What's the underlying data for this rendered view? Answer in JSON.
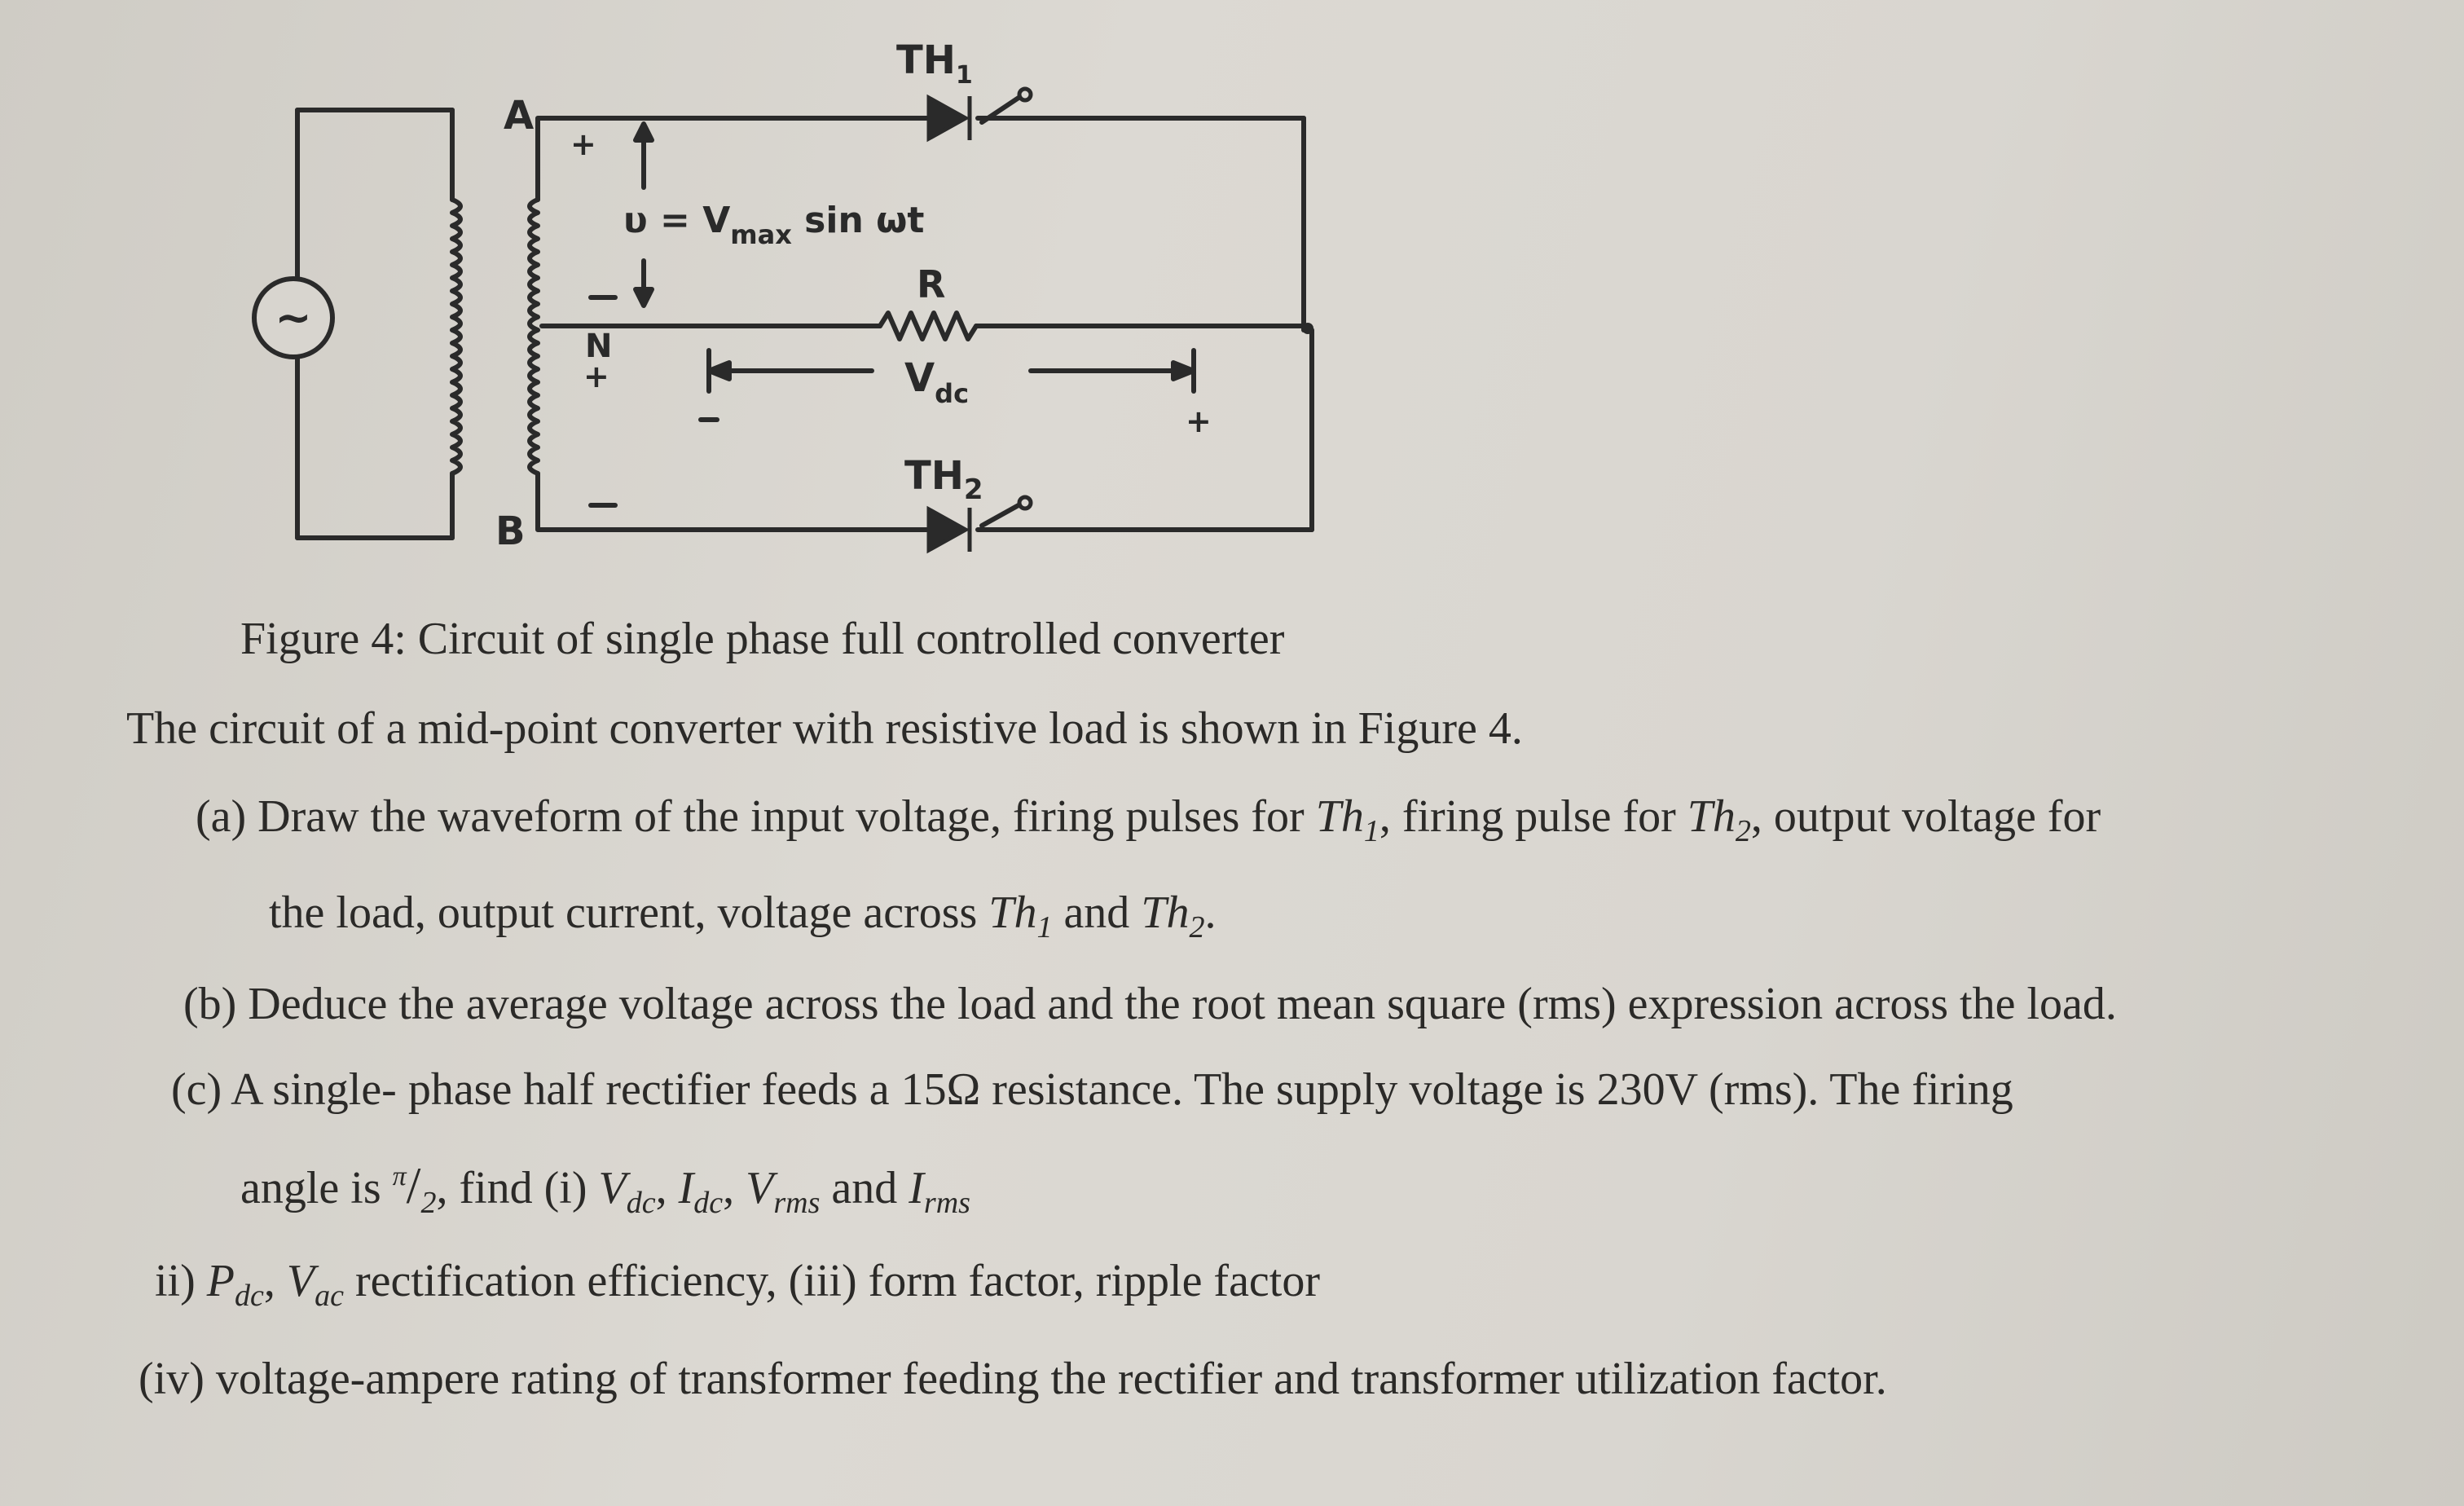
{
  "figure": {
    "caption": "Figure 4: Circuit of single phase full controlled converter",
    "labels": {
      "th1": "TH",
      "th1_sub": "1",
      "th2": "TH",
      "th2_sub": "2",
      "node_a": "A",
      "node_b": "B",
      "node_n": "N",
      "source_eq": "υ = V",
      "source_eq_sub": "max",
      "source_eq_rest": " sin ωt",
      "resistor": "R",
      "vdc": "V",
      "vdc_sub": "dc",
      "plus": "+",
      "minus": "−",
      "ac_symbol": "~"
    }
  },
  "text": {
    "intro": "The circuit of a mid-point converter with resistive load is shown in Figure 4.",
    "qa": {
      "p1": "(a) Draw the waveform of the input voltage, firing pulses for ",
      "th": "Th",
      "s1": "1",
      "p2": ", firing pulse for ",
      "s2": "2",
      "p3": ", output voltage for",
      "l2a": "the load, output current, voltage across ",
      "l2b": " and ",
      "l2c": "."
    },
    "qb": "(b) Deduce the average voltage across the load and the root mean square (rms) expression across the load.",
    "qc": {
      "l1": "(c) A single- phase half rectifier feeds a 15Ω resistance. The supply voltage is 230V (rms). The firing",
      "angle_a": "angle is ",
      "pi": "π",
      "slash": "/",
      "two": "2",
      "find": ", find (i) ",
      "V": "V",
      "I": "I",
      "P": "P",
      "dc": "dc",
      "rms": "rms",
      "ac": "ac",
      "comma": ", ",
      "and": " and ",
      "l3a": "ii) ",
      "l3b": " rectification efficiency, (iii) form factor, ripple factor",
      "l4": "(iv) voltage-ampere rating of transformer feeding the rectifier and transformer utilization factor."
    }
  }
}
